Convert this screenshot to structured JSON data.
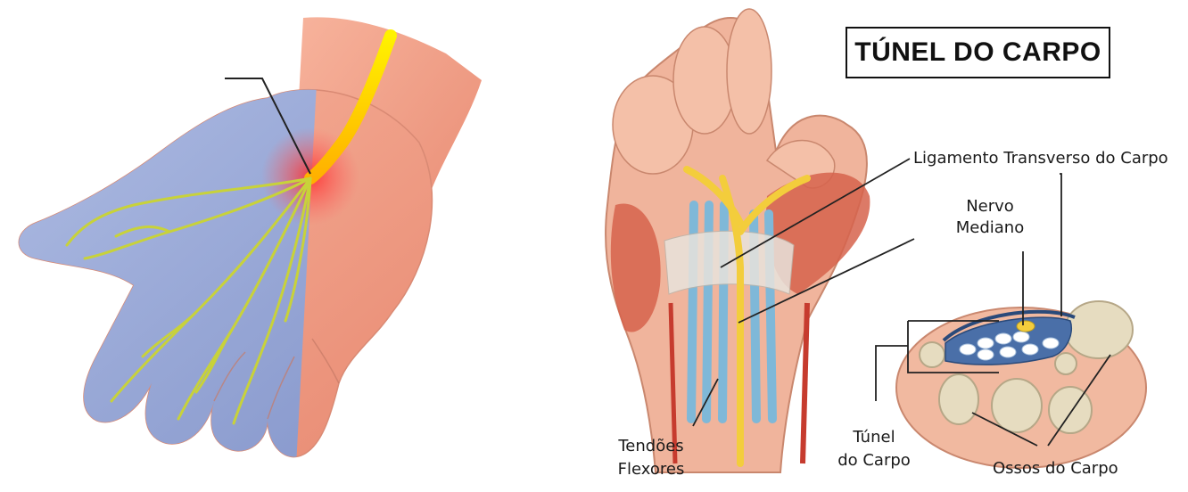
{
  "title": "TÚNEL DO CARPO",
  "labels": {
    "ligamento": "Ligamento Transverso do Carpo",
    "nervo_line1": "Nervo",
    "nervo_line2": "Mediano",
    "tendoes_line1": "Tendões",
    "tendoes_line2": "Flexores",
    "tunel_line1": "Túnel",
    "tunel_line2": "do Carpo",
    "ossos": "Ossos do Carpo"
  },
  "colors": {
    "nerve": "#e8e820",
    "numb_zone": "#8ea6dc",
    "skin": "#f2a08a",
    "muscle": "#d9604a",
    "inflammation": "#ff3030",
    "bone": "#e6dcc0"
  }
}
